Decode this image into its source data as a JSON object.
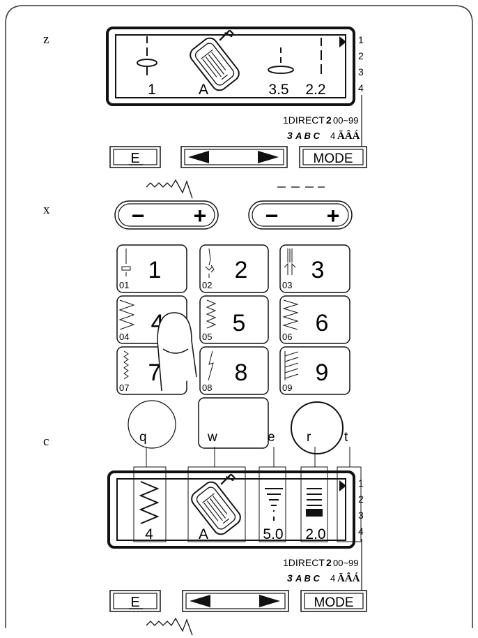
{
  "markers": {
    "z": "z",
    "x": "x",
    "c": "c",
    "q": "q",
    "w": "w",
    "e": "e",
    "r": "r",
    "t": "t"
  },
  "lcd_top": {
    "values": [
      "1",
      "A",
      "3.5",
      "2.2"
    ]
  },
  "lcd_bottom": {
    "values": [
      "4",
      "A",
      "5.0",
      "2.0"
    ]
  },
  "mode_index": [
    "1",
    "2",
    "3",
    "4"
  ],
  "mode_legend": {
    "line1_a": "1DIRECT",
    "line1_b": "2",
    "line1_c": "00~99",
    "line2_a": "3",
    "line2_b": "A B C",
    "line2_c": "4",
    "line2_d": "ÄÂÁ"
  },
  "buttons": {
    "e_label": "E",
    "mode_label": "MODE"
  },
  "adjusters": {
    "minus": "−",
    "plus": "+"
  },
  "stitch_keys": [
    {
      "number": "1",
      "code": "01"
    },
    {
      "number": "2",
      "code": "02"
    },
    {
      "number": "3",
      "code": "03"
    },
    {
      "number": "4",
      "code": "04"
    },
    {
      "number": "5",
      "code": "05"
    },
    {
      "number": "6",
      "code": "06"
    },
    {
      "number": "7",
      "code": "07"
    },
    {
      "number": "8",
      "code": "08"
    },
    {
      "number": "9",
      "code": "09"
    }
  ],
  "colors": {
    "ink": "#111111",
    "paper": "#ffffff"
  }
}
